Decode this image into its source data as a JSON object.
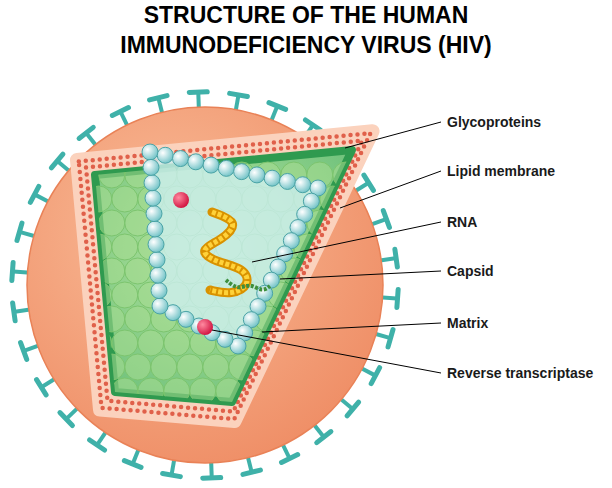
{
  "diagram": {
    "title": "STRUCTURE OF THE HUMAN IMMUNODEFICIENCY VIRUS (HIV)",
    "labels": [
      "Glycoproteins",
      "Lipid membrane",
      "RNA",
      "Capsid",
      "Matrix",
      "Reverse transcriptase"
    ]
  }
}
